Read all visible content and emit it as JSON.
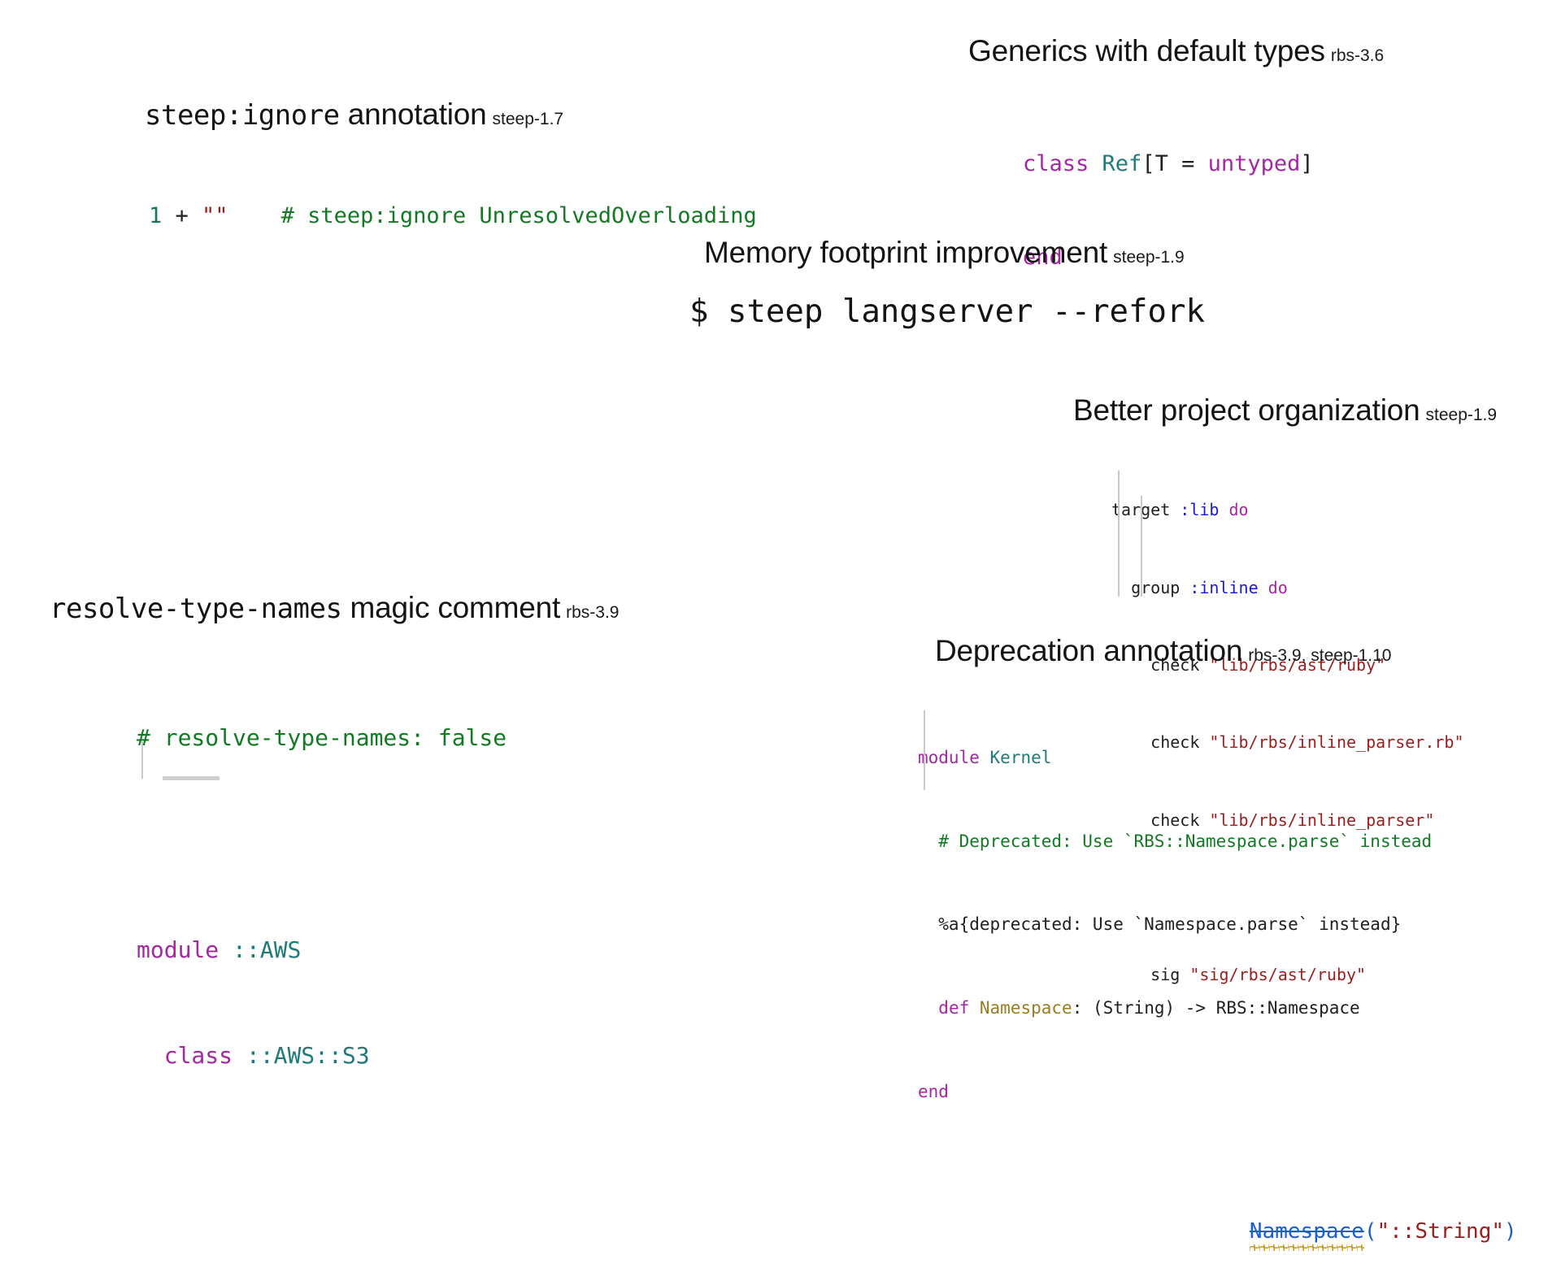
{
  "slide": {
    "background": "#ffffff",
    "palette": {
      "keyword": "#a626a4",
      "class": "#1f7a7a",
      "symbol": "#1a1ad6",
      "string": "#9c1d1d",
      "comment": "#137a24",
      "number": "#107a5a",
      "plain": "#202020",
      "def_name": "#9a7d20",
      "error_strike": "#1a5fd0",
      "error_squiggle": "#c8951a",
      "indent_guide": "#c9c9c9"
    }
  },
  "sections": {
    "steep_ignore": {
      "title_mono": "steep:ignore",
      "title_rest": " annotation",
      "version": "steep-1.7",
      "code": {
        "num": "1",
        "plus": " + ",
        "empty_string": "\"\"",
        "gap": "    ",
        "comment": "# steep:ignore UnresolvedOverloading"
      }
    },
    "generics_default_types": {
      "title": "Generics with default types",
      "version": "rbs-3.6",
      "code": {
        "line1_kw": "class",
        "line1_space": " ",
        "line1_class": "Ref",
        "line1_open": "[T = ",
        "line1_untyped": "untyped",
        "line1_close": "]",
        "line2_end": "end"
      }
    },
    "memory_footprint": {
      "title": "Memory footprint improvement",
      "version": "steep-1.9",
      "command": "$ steep langserver --refork"
    },
    "better_project_organization": {
      "title": "Better project organization",
      "version": "steep-1.9",
      "code": {
        "l1_a": "target ",
        "l1_sym": ":lib",
        "l1_b": " ",
        "l1_do": "do",
        "l2_a": "  group ",
        "l2_sym": ":inline",
        "l2_b": " ",
        "l2_do": "do",
        "l3_a": "    check ",
        "l3_str": "\"lib/rbs/ast/ruby\"",
        "l4_a": "    check ",
        "l4_str": "\"lib/rbs/inline_parser.rb\"",
        "l5_a": "    check ",
        "l5_str": "\"lib/rbs/inline_parser\"",
        "l6_blank": " ",
        "l7_a": "    sig ",
        "l7_str": "\"sig/rbs/ast/ruby\""
      }
    },
    "resolve_type_names": {
      "title_mono": "resolve-type-names",
      "title_rest": " magic comment",
      "version": "rbs-3.9",
      "code": {
        "comment": "# resolve-type-names: false",
        "blank": " ",
        "l_module_kw": "module",
        "l_module_space": " ",
        "l_module_name": "::AWS",
        "l_class_indent": "  ",
        "l_class_kw": "class",
        "l_class_space": " ",
        "l_class_name": "::AWS::S3"
      }
    },
    "deprecation_annotation": {
      "title": "Deprecation annotation",
      "version": "rbs-3.9, steep-1.10",
      "code": {
        "l1_kw": "module",
        "l1_space": " ",
        "l1_name": "Kernel",
        "l2_comment": "  # Deprecated: Use `RBS::Namespace.parse` instead",
        "l3_plain": "  %a{deprecated: Use `Namespace.parse` instead}",
        "l4_indent": "  ",
        "l4_kw": "def",
        "l4_space": " ",
        "l4_name": "Namespace",
        "l4_rest": ": (String) -> RBS::Namespace",
        "l5_end": "end"
      },
      "error_example": {
        "deprecated_call": "Namespace",
        "open_paren": "(",
        "argument": "\"::String\"",
        "close_paren": ")"
      }
    }
  }
}
